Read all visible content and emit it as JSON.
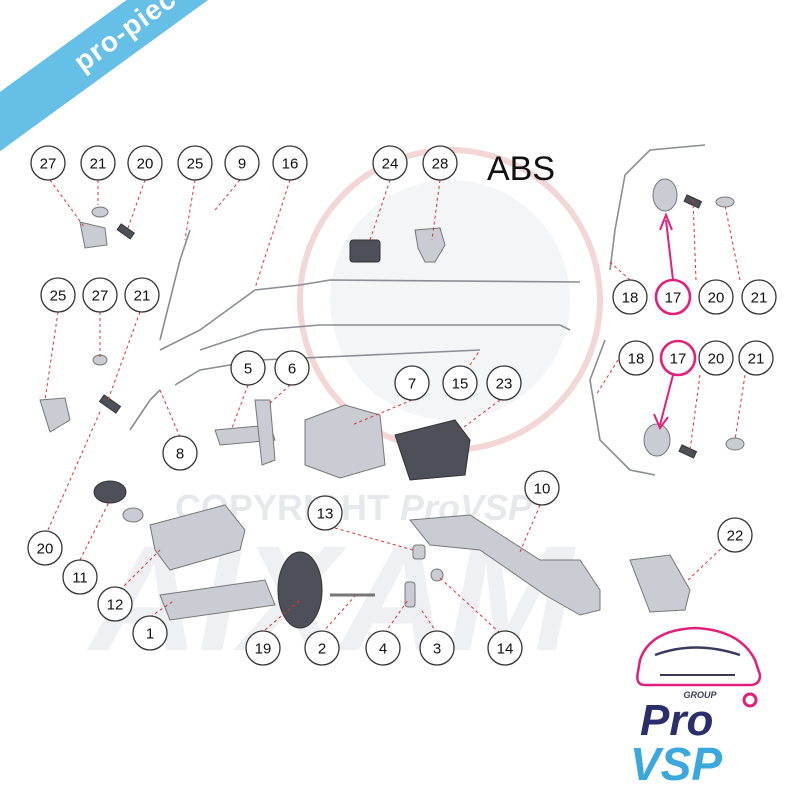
{
  "diagram": {
    "label_abs": "ABS",
    "watermark_copyright": "COPYRIGHT",
    "watermark_brand": "ProVSP",
    "watermark_maker": "AIXAM",
    "banner_text": "pro-piece-vsp.com",
    "logo": {
      "tag": "GROUP",
      "line1": "Pro",
      "line2": "VSP"
    },
    "highlight_color": "#e0207a",
    "banner_color": "#66bfe6",
    "callouts": [
      {
        "id": "c27a",
        "label": "27"
      },
      {
        "id": "c21a",
        "label": "21"
      },
      {
        "id": "c20a",
        "label": "20"
      },
      {
        "id": "c25a",
        "label": "25"
      },
      {
        "id": "c9",
        "label": "9"
      },
      {
        "id": "c16",
        "label": "16"
      },
      {
        "id": "c24",
        "label": "24"
      },
      {
        "id": "c28",
        "label": "28"
      },
      {
        "id": "c25b",
        "label": "25"
      },
      {
        "id": "c27b",
        "label": "27"
      },
      {
        "id": "c21b",
        "label": "21"
      },
      {
        "id": "c18a",
        "label": "18"
      },
      {
        "id": "c17a",
        "label": "17"
      },
      {
        "id": "c20b",
        "label": "20"
      },
      {
        "id": "c21c",
        "label": "21"
      },
      {
        "id": "c18b",
        "label": "18"
      },
      {
        "id": "c17b",
        "label": "17"
      },
      {
        "id": "c20c",
        "label": "20"
      },
      {
        "id": "c21d",
        "label": "21"
      },
      {
        "id": "c5",
        "label": "5"
      },
      {
        "id": "c6",
        "label": "6"
      },
      {
        "id": "c7",
        "label": "7"
      },
      {
        "id": "c15",
        "label": "15"
      },
      {
        "id": "c23",
        "label": "23"
      },
      {
        "id": "c8",
        "label": "8"
      },
      {
        "id": "c10",
        "label": "10"
      },
      {
        "id": "c13",
        "label": "13"
      },
      {
        "id": "c20d",
        "label": "20"
      },
      {
        "id": "c11",
        "label": "11"
      },
      {
        "id": "c12",
        "label": "12"
      },
      {
        "id": "c22",
        "label": "22"
      },
      {
        "id": "c1",
        "label": "1"
      },
      {
        "id": "c19",
        "label": "19"
      },
      {
        "id": "c2",
        "label": "2"
      },
      {
        "id": "c4",
        "label": "4"
      },
      {
        "id": "c3",
        "label": "3"
      },
      {
        "id": "c14",
        "label": "14"
      }
    ]
  }
}
